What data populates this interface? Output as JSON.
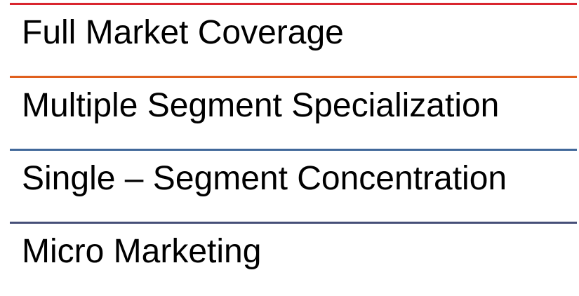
{
  "items": [
    {
      "label": "Full Market Coverage",
      "color": "#d9262e"
    },
    {
      "label": "Multiple Segment Specialization",
      "color": "#e0601e"
    },
    {
      "label": "Single – Segment Concentration",
      "color": "#41689a"
    },
    {
      "label": "Micro Marketing",
      "color": "#464f78"
    }
  ]
}
